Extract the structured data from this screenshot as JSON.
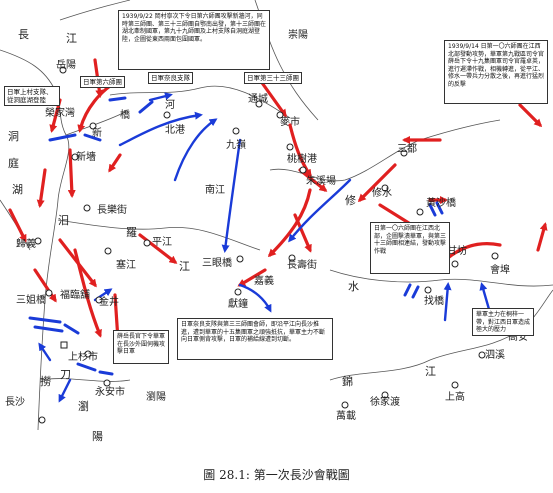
{
  "caption": "圖 28.1: 第一次長沙會戰圖",
  "notes": {
    "n1": "1939/9/22 岡村寧次下令日第六師團攻擊新牆河，同時第三師團、第三十三師團自鄂南出發，第十三師團在湖北牽制國軍，第九十九師團及上村支隊自洞庭湖登陸，企圖從東西兩面包圍國軍。",
    "n2": "1939/9/14 日第一〇六師團在江西北部發動攻勢，華軍第九戰區司令官薛岳下令十九集團軍司令官羅卓英，進行遲滯作戰，相機轉進，從平江、修水一帶兵力分散之後，再進行猛烈的反擊",
    "n3": "日軍奈良支隊與第三三師團會師，即沿平江向長沙推進，遭到華軍的十五集團軍之頑強抵抗，華軍主力不斷向日軍側背攻擊，日軍的補給線遭到切斷。",
    "n4": "薛岳長官下令華軍在長沙外圍伺機攻擊日軍",
    "n5": "日第一〇六師團在江西北部，企圖擊潰華軍，與第三十三師團相連結，發動攻擊作戰",
    "n6": "華軍主力在桐梓一帶，對江西日軍造成極大的壓力"
  },
  "units": {
    "u1": "日軍第六師團",
    "u2": "日軍上村支隊、從洞庭湖登陸",
    "u3": "日軍奈良支隊",
    "u4": "日軍第三十三師團"
  },
  "places": {
    "yueyang": "岳陽",
    "chang": "長",
    "jiang": "江",
    "chongyang": "崇陽",
    "tongcheng": "通城",
    "xinqiang": "新墻",
    "rongjiawan": "榮家灣",
    "beigang": "北港",
    "jiuling": "九嶺",
    "qiaoshi": "橋",
    "he": "河",
    "dongting": "洞",
    "ting": "庭",
    "hu": "湖",
    "xin": "新",
    "changlejie": "長樂街",
    "maishi": "麥市",
    "taoshugang": "桃樹港",
    "zhuxichang": "朱溪場",
    "nanjiang": "南江",
    "gulu": "汨",
    "luo": "羅",
    "pingjiang": "平江",
    "jiang2": "江",
    "guiyi": "歸義",
    "saigong": "塞江",
    "sanyanqiao": "三眼橋",
    "changshou": "長壽街",
    "jiayi": "嘉義",
    "donggu": "獻鐘",
    "sanzhiqiao": "三姐橋",
    "fulinpu": "福臨舖",
    "jinjing": "金井",
    "shangshanshi": "上杉市",
    "yongan": "永安市",
    "laodao": "撈",
    "dao": "刀",
    "liuyang": "瀏",
    "yang": "陽",
    "changsha": "長沙",
    "puyang": "瀏陽",
    "xiushui": "修",
    "shui": "水",
    "sandu": "三都",
    "xiushui2": "修水",
    "huangshaqiao": "黃沙橋",
    "ganfang": "甘坊",
    "huifu": "會埠",
    "zhaqiao": "找橋",
    "gaoan": "高安",
    "sixi": "泗溪",
    "shanggao": "上高",
    "jin": "錦",
    "jiangx": "江",
    "xujiadu": "徐家渡",
    "wanzai": "萬載"
  }
}
